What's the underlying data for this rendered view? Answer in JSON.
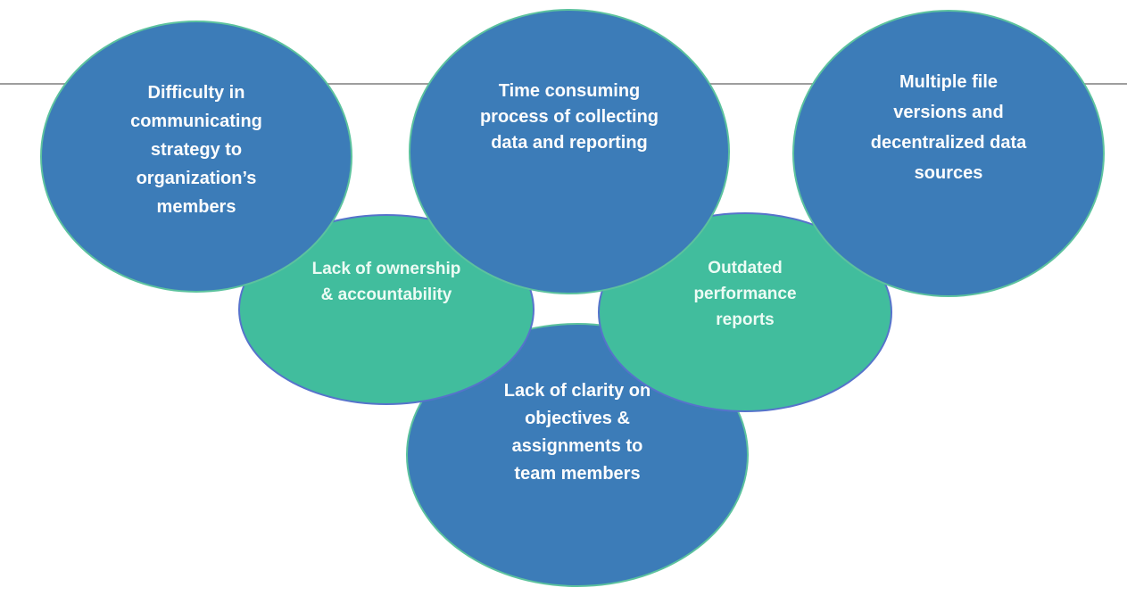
{
  "diagram": {
    "title": "organizational-pain-points-bubble-diagram",
    "background_color": "#ffffff",
    "divider_line_color": "#9e9e9e",
    "palette": {
      "blue_bubble_fill": "#3c7cb8",
      "blue_bubble_border": "#5cc29e",
      "green_bubble_fill": "#41bd9d",
      "green_bubble_border": "#5673cb",
      "blue_bubble_text": "#fdfdfd",
      "green_bubble_text": "#ecfbf4"
    },
    "bubbles": [
      {
        "name": "difficulty-communicating-strategy",
        "color_role": "blue",
        "text": "Difficulty in communicating strategy to organization’s members",
        "lines": [
          "Difficulty in",
          "communicating",
          "strategy to",
          "organization’s",
          "members"
        ]
      },
      {
        "name": "time-consuming-data-collection",
        "color_role": "blue",
        "text": "Time consuming process of collecting data and reporting",
        "lines": [
          "Time consuming",
          "process of collecting",
          "data and reporting"
        ]
      },
      {
        "name": "multiple-file-versions",
        "color_role": "blue",
        "text": "Multiple file versions and decentralized data sources",
        "lines": [
          "Multiple file",
          "versions and",
          "decentralized data",
          "sources"
        ]
      },
      {
        "name": "lack-of-ownership",
        "color_role": "green",
        "text": "Lack of ownership & accountability",
        "lines": [
          "Lack of ownership",
          "& accountability"
        ]
      },
      {
        "name": "outdated-performance-reports",
        "color_role": "green",
        "text": "Outdated performance reports",
        "lines": [
          "Outdated",
          "performance",
          "reports"
        ]
      },
      {
        "name": "lack-of-clarity-objectives",
        "color_role": "blue",
        "text": "Lack of clarity on objectives & assignments to team members",
        "lines": [
          "Lack of clarity on",
          "objectives &",
          "assignments to",
          "team members"
        ]
      }
    ]
  }
}
